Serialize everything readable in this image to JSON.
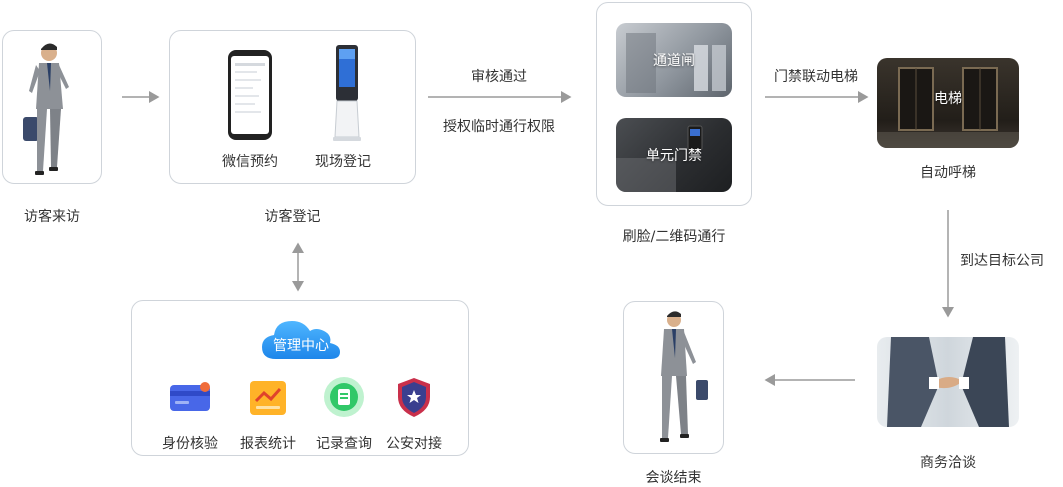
{
  "steps": {
    "visitor": "访客来访",
    "registration": "访客登记",
    "wechat": "微信预约",
    "onsite": "现场登记",
    "approve": "审核通过",
    "authorize": "授权临时通行权限",
    "gate": "通道闸",
    "unit_door": "单元门禁",
    "pass": "刷脸/二维码通行",
    "elevator_link": "门禁联动电梯",
    "elevator": "电梯",
    "auto_call": "自动呼梯",
    "arrive": "到达目标公司",
    "negotiate": "商务洽谈",
    "end": "会谈结束"
  },
  "management": {
    "title": "管理中心",
    "items": [
      {
        "label": "身份核验",
        "icon": "id-card-icon"
      },
      {
        "label": "报表统计",
        "icon": "report-chart-icon"
      },
      {
        "label": "记录查询",
        "icon": "record-clipboard-icon"
      },
      {
        "label": "公安对接",
        "icon": "police-badge-icon"
      }
    ]
  }
}
